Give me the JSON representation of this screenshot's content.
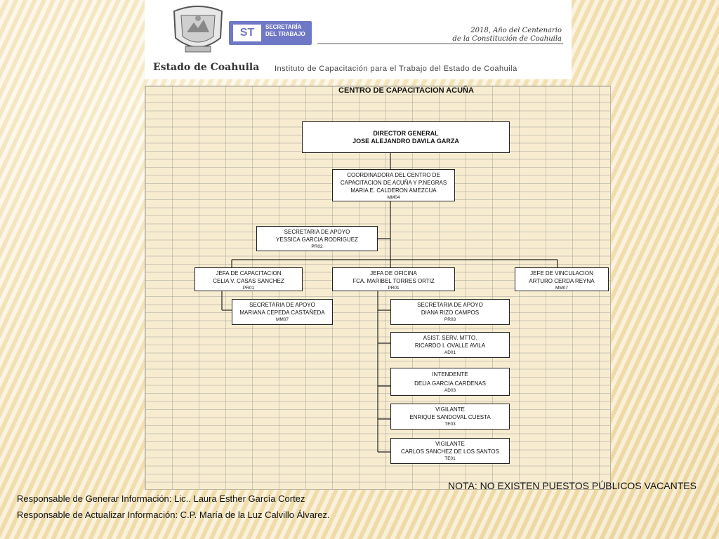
{
  "header": {
    "logo_text": "SECRETARÍA\nDEL TRABAJO",
    "logo_mark": "ST",
    "state_name": "Estado de Coahuila",
    "year_line1": "2018, Año del Centenario",
    "year_line2": "de la Constitución de Coahuila",
    "institute": "Instituto de Capacitación para el Trabajo del Estado de Coahuila"
  },
  "chart": {
    "title": "CENTRO DE CAPACITACION ACUÑA",
    "director": {
      "title": "DIRECTOR GENERAL",
      "name": "JOSE ALEJANDRO DAVILA GARZA"
    },
    "coordinator": {
      "title1": "COORDINADORA DEL CENTRO DE",
      "title2": "CAPACITACION DE ACUÑA Y P.NEGRAS",
      "name": "MARIA E. CALDERON AMEZCUA",
      "code": "MM04"
    },
    "support_secretary": {
      "title": "SECRETARIA DE APOYO",
      "name": "YESSICA GARCIA RODRIGUEZ",
      "code": "PR02"
    },
    "training_head": {
      "title": "JEFA DE CAPACITACION",
      "name": "CELIA V. CASAS SANCHEZ",
      "code": "PR01"
    },
    "office_head": {
      "title": "JEFA DE OFICINA",
      "name": "FCA. MARIBEL TORRES ORTIZ",
      "code": "PR01"
    },
    "liaison_head": {
      "title": "JEFE DE VINCULACION",
      "name": "ARTURO CERDA REYNA",
      "code": "MM07"
    },
    "training_secretary": {
      "title": "SECRETARIA DE APOYO",
      "name": "MARIANA CEPEDA CASTAÑEDA",
      "code": "MM07"
    },
    "office_staff": [
      {
        "title": "SECRETARIA DE APOYO",
        "name": "DIANA RIZO CAMPOS",
        "code": "PR03"
      },
      {
        "title": "ASIST. SERV. MTTO.",
        "name": "RICARDO I. OVALLE AVILA",
        "code": "AD01"
      },
      {
        "title": "INTENDENTE",
        "name": "DELIA GARCIA CARDENAS",
        "code": "AD03"
      },
      {
        "title": "VIGILANTE",
        "name": "ENRIQUE SANDOVAL CUESTA",
        "code": "TE03"
      },
      {
        "title": "VIGILANTE",
        "name": "CARLOS SANCHEZ DE LOS SANTOS",
        "code": "TE01"
      }
    ]
  },
  "footer": {
    "note": "NOTA: NO EXISTEN PUESTOS PÚBLICOS VACANTES",
    "responsible_generate": "Responsable de Generar Información: Lic.. Laura Esther García Cortez",
    "responsible_update": "Responsable de Actualizar Información: C.P. María de la Luz Calvillo Álvarez."
  }
}
